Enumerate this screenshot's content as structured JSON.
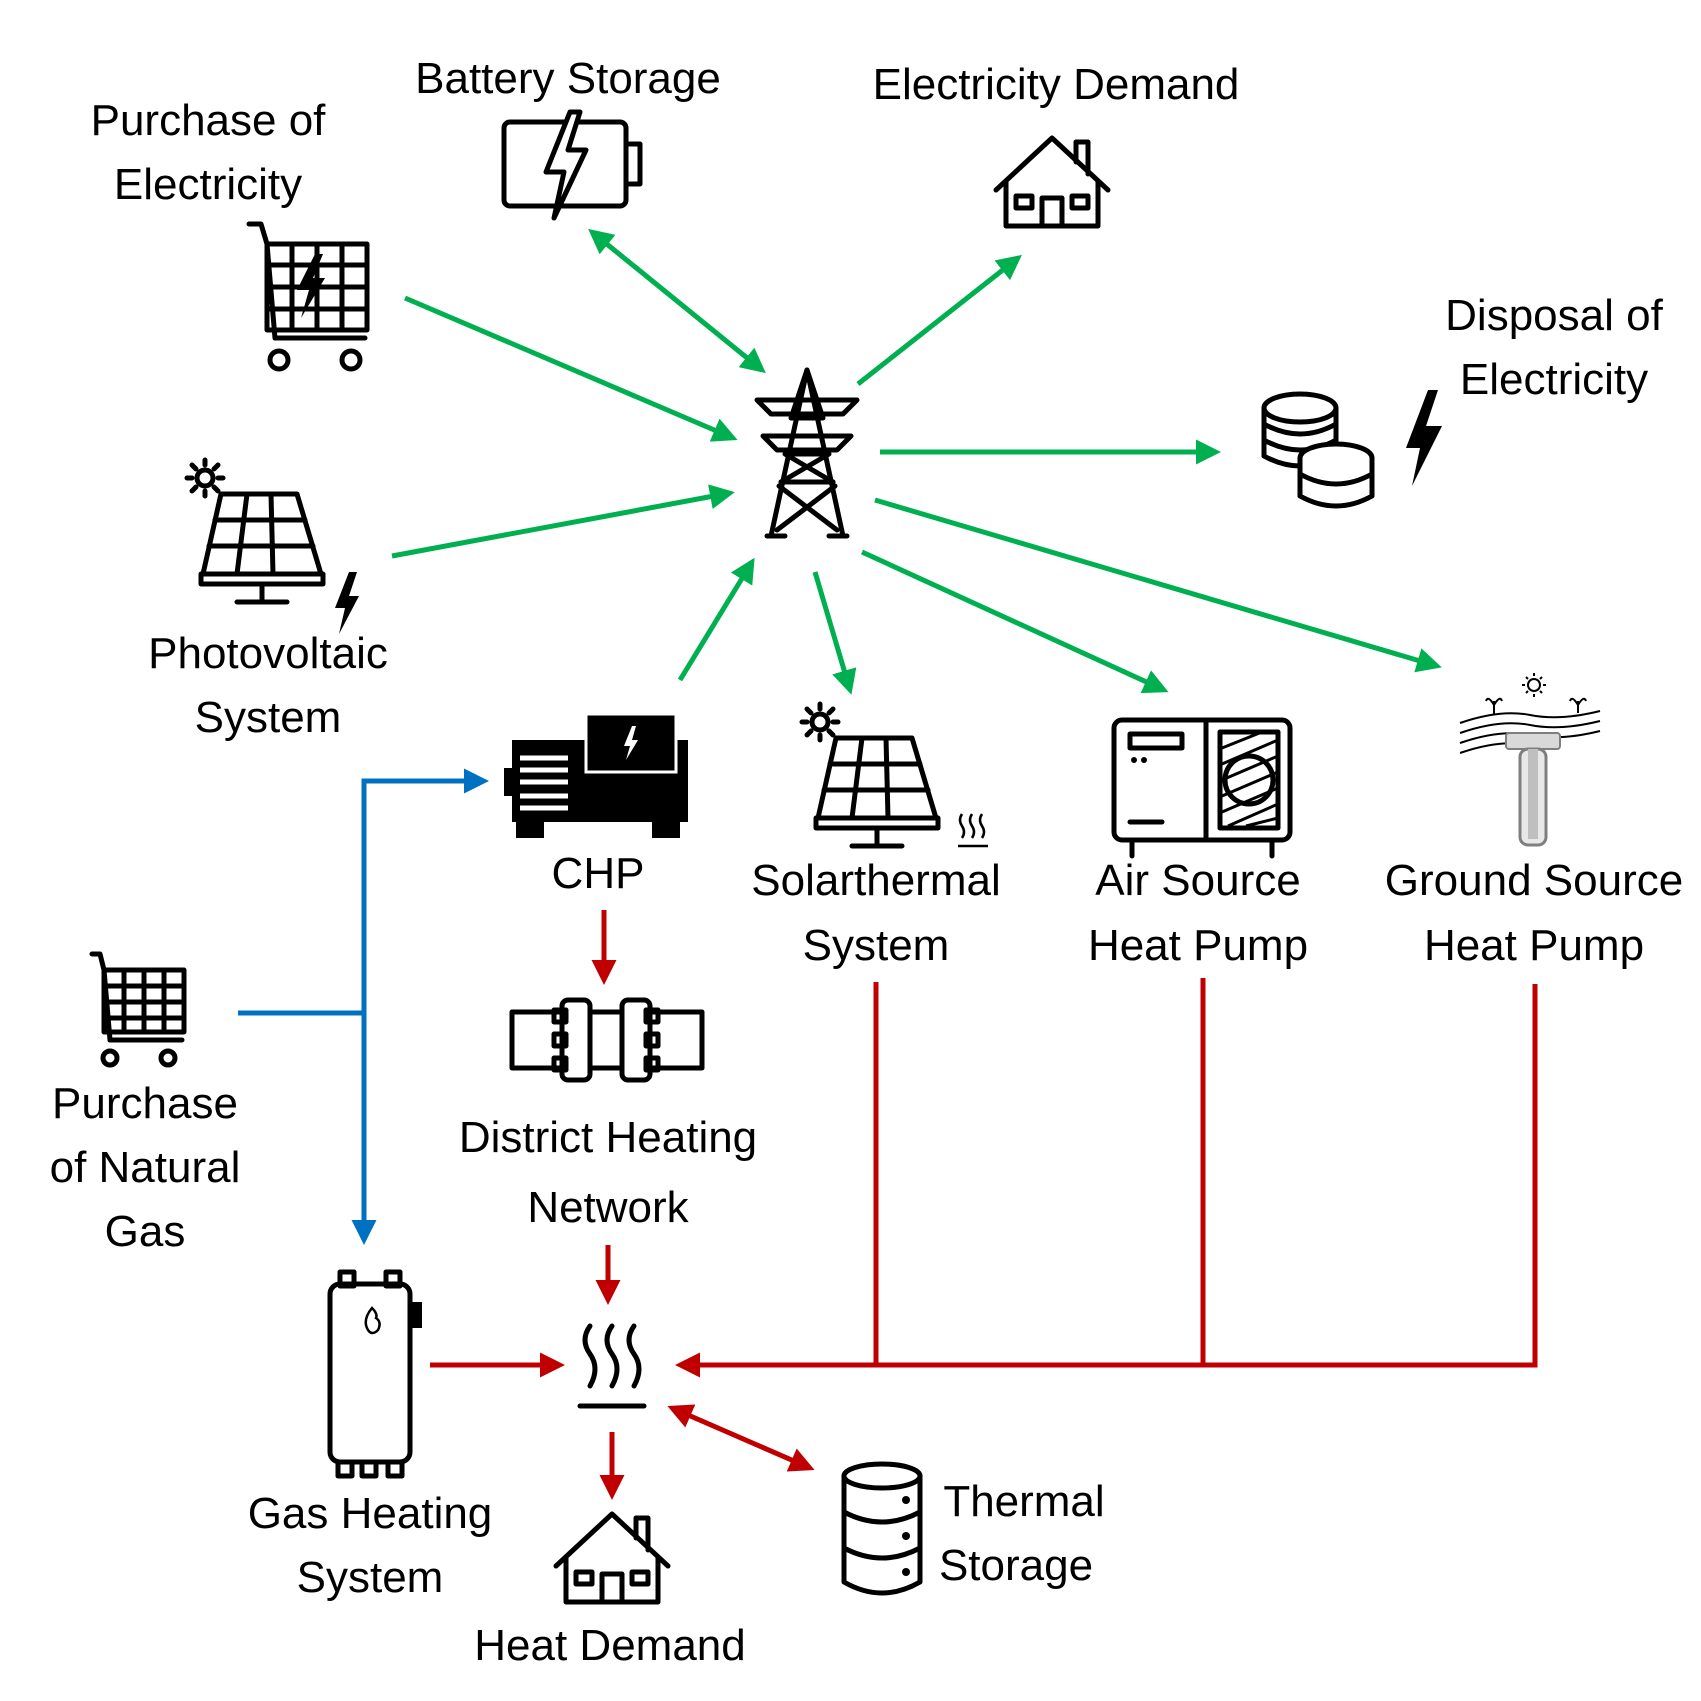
{
  "colors": {
    "electricity": "#00b050",
    "heat": "#c00000",
    "gas": "#0070c0",
    "icon": "#000000"
  },
  "nodes": {
    "purchase_electricity": {
      "label": [
        "Purchase of",
        "Electricity"
      ],
      "icon": "shopping-cart-electricity-icon"
    },
    "battery_storage": {
      "label": [
        "Battery Storage"
      ],
      "icon": "battery-charging-icon"
    },
    "electricity_demand": {
      "label": [
        "Electricity Demand"
      ],
      "icon": "house-icon"
    },
    "disposal_electricity": {
      "label": [
        "Disposal of",
        "Electricity"
      ],
      "icon": "coins-electricity-icon"
    },
    "grid": {
      "label": [],
      "icon": "power-tower-icon"
    },
    "photovoltaic": {
      "label": [
        "Photovoltaic",
        "System"
      ],
      "icon": "solar-panel-electricity-icon"
    },
    "chp": {
      "label": [
        "CHP"
      ],
      "icon": "generator-icon"
    },
    "solarthermal": {
      "label": [
        "Solarthermal",
        "System"
      ],
      "icon": "solar-panel-heat-icon"
    },
    "air_source_hp": {
      "label": [
        "Air Source",
        "Heat Pump"
      ],
      "icon": "air-source-unit-icon"
    },
    "ground_source_hp": {
      "label": [
        "Ground Source",
        "Heat Pump"
      ],
      "icon": "ground-probe-icon"
    },
    "purchase_gas": {
      "label": [
        "Purchase",
        "of Natural",
        "Gas"
      ],
      "icon": "shopping-cart-icon"
    },
    "district_heating": {
      "label": [
        "District Heating",
        "Network"
      ],
      "icon": "pipe-flange-icon"
    },
    "heat_bus": {
      "label": [],
      "icon": "heat-waves-icon"
    },
    "gas_heating": {
      "label": [
        "Gas Heating",
        "System"
      ],
      "icon": "gas-boiler-icon"
    },
    "heat_demand": {
      "label": [
        "Heat Demand"
      ],
      "icon": "house-icon"
    },
    "thermal_storage": {
      "label": [
        "Thermal",
        "Storage"
      ],
      "icon": "storage-tank-icon"
    }
  },
  "flows": [
    {
      "from": "purchase_electricity",
      "to": "grid",
      "carrier": "electricity"
    },
    {
      "from": "battery_storage",
      "to": "grid",
      "carrier": "electricity",
      "bidirectional": true
    },
    {
      "from": "grid",
      "to": "electricity_demand",
      "carrier": "electricity"
    },
    {
      "from": "grid",
      "to": "disposal_electricity",
      "carrier": "electricity"
    },
    {
      "from": "photovoltaic",
      "to": "grid",
      "carrier": "electricity"
    },
    {
      "from": "chp",
      "to": "grid",
      "carrier": "electricity"
    },
    {
      "from": "grid",
      "to": "solarthermal",
      "carrier": "electricity"
    },
    {
      "from": "grid",
      "to": "air_source_hp",
      "carrier": "electricity"
    },
    {
      "from": "grid",
      "to": "ground_source_hp",
      "carrier": "electricity"
    },
    {
      "from": "purchase_gas",
      "to": "chp",
      "carrier": "gas"
    },
    {
      "from": "purchase_gas",
      "to": "gas_heating",
      "carrier": "gas"
    },
    {
      "from": "chp",
      "to": "district_heating",
      "carrier": "heat"
    },
    {
      "from": "district_heating",
      "to": "heat_bus",
      "carrier": "heat"
    },
    {
      "from": "gas_heating",
      "to": "heat_bus",
      "carrier": "heat"
    },
    {
      "from": "solarthermal",
      "to": "heat_bus",
      "carrier": "heat"
    },
    {
      "from": "air_source_hp",
      "to": "heat_bus",
      "carrier": "heat"
    },
    {
      "from": "ground_source_hp",
      "to": "heat_bus",
      "carrier": "heat"
    },
    {
      "from": "heat_bus",
      "to": "heat_demand",
      "carrier": "heat"
    },
    {
      "from": "heat_bus",
      "to": "thermal_storage",
      "carrier": "heat",
      "bidirectional": true
    }
  ]
}
